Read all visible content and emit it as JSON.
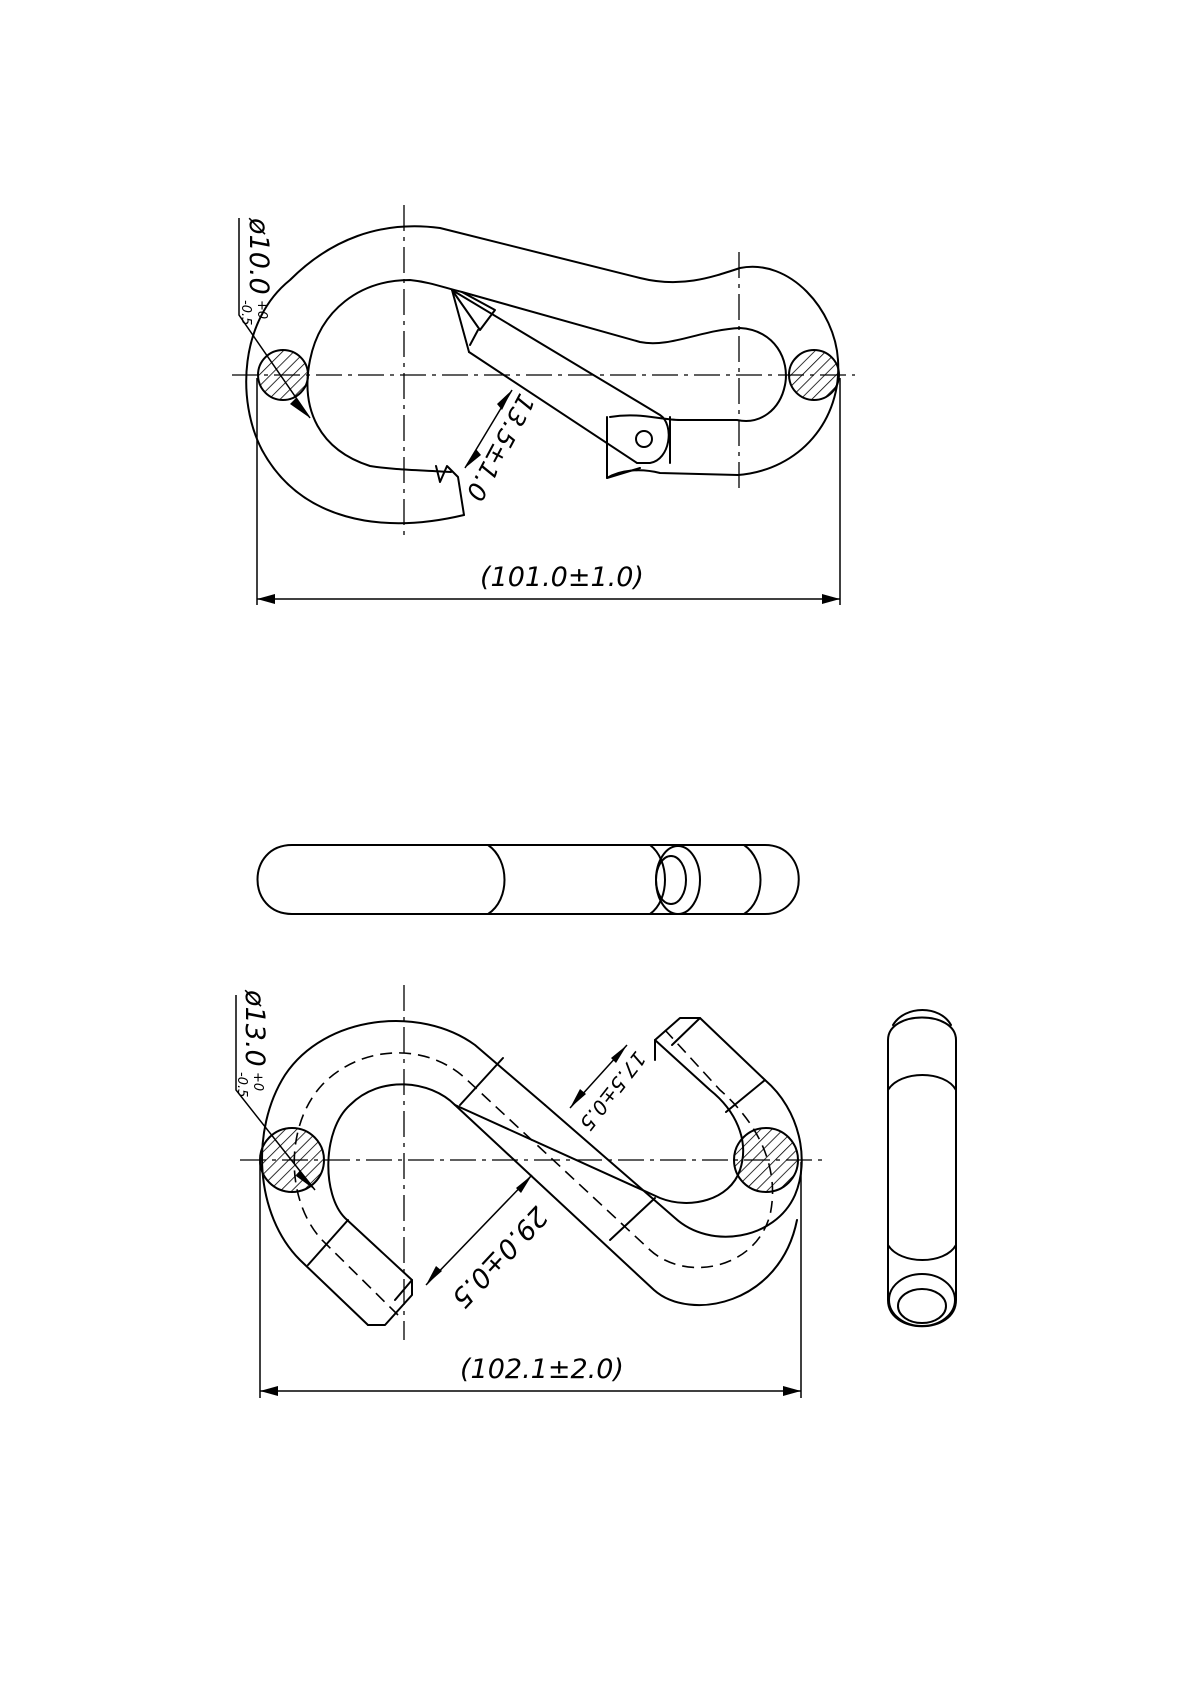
{
  "drawing": {
    "top_view": {
      "wire_diameter": {
        "main": "ø10.0",
        "upper": "+0",
        "lower": "-0.5"
      },
      "gate_gap": "13.5±1.0",
      "overall_length": "(101.0±1.0)"
    },
    "bottom_view": {
      "wire_diameter": {
        "main": "ø13.0",
        "upper": "+0",
        "lower": "-0.5"
      },
      "opening_small": "17.5±0.5",
      "opening_large": "29.0±0.5",
      "overall_length": "(102.1±2.0)"
    }
  }
}
